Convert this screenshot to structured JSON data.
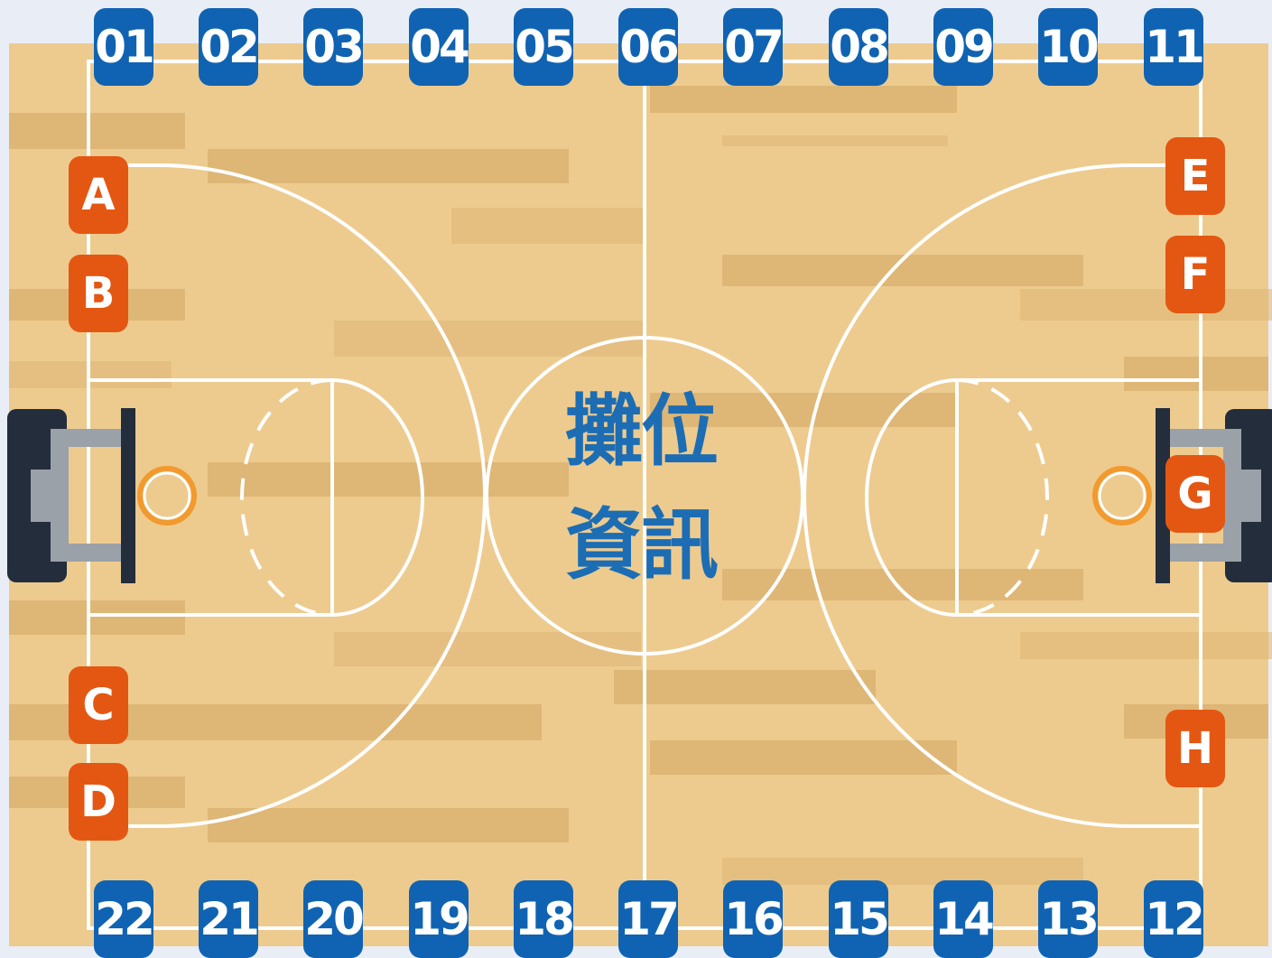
{
  "colors": {
    "page_background": "#e9eef6",
    "floor": "#edcb8f",
    "floor_plank_dark": "#ddb473",
    "court_lines": "#ffffff",
    "number_badge": "#1063b2",
    "letter_badge": "#e45712",
    "title_text": "#1c6db4",
    "rim": "#f29a2e",
    "backboard_support": "#9aa1a8",
    "backboard_base": "#232d3b"
  },
  "center_title": {
    "line1": "攤位",
    "line2": "資訊"
  },
  "top_booths": [
    "01",
    "02",
    "03",
    "04",
    "05",
    "06",
    "07",
    "08",
    "09",
    "10",
    "11"
  ],
  "bottom_booths": [
    "22",
    "21",
    "20",
    "19",
    "18",
    "17",
    "16",
    "15",
    "14",
    "13",
    "12"
  ],
  "left_booths": [
    "A",
    "B",
    "C",
    "D"
  ],
  "right_booths": [
    "E",
    "F",
    "G",
    "H"
  ]
}
